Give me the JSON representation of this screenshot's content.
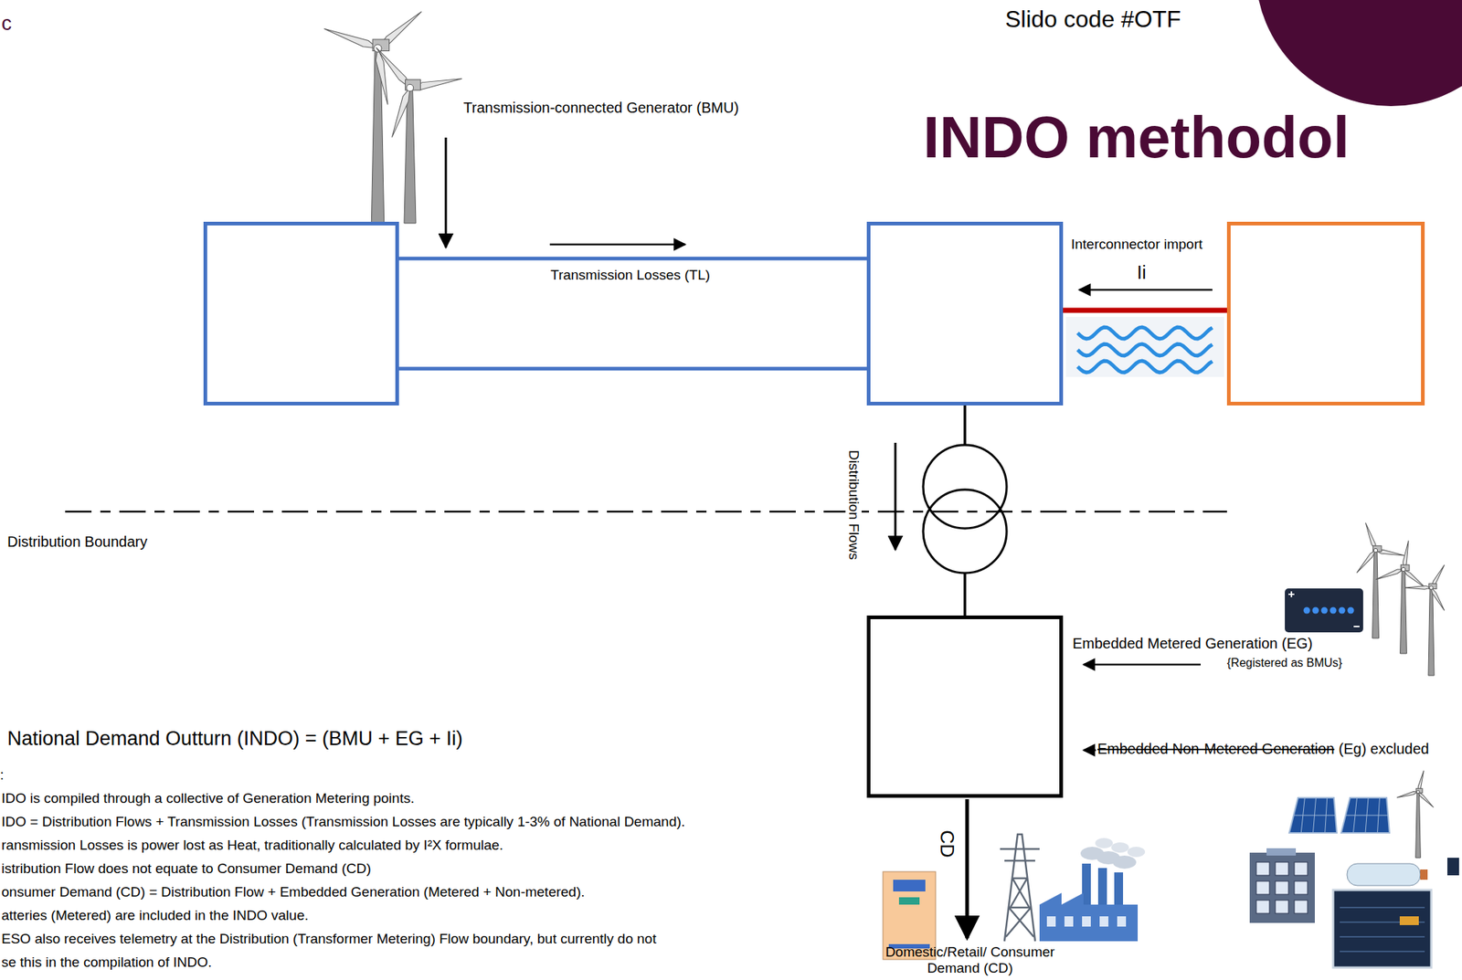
{
  "diagram": {
    "title": "INDO methodol",
    "nodes": [
      {
        "text": []
      },
      {
        "text": []
      },
      {
        "text": []
      },
      {
        "text": []
      }
    ],
    "edges": [
      {
        "from": 0,
        "to": 1,
        "label": "Transmission Losses (TL)",
        "arrow": "none"
      },
      {
        "from": 0,
        "to": 1,
        "arrow": "none"
      },
      {
        "from": 2,
        "to": 1,
        "label": "Interconnector import",
        "arrow": "none"
      },
      {
        "from": 1,
        "to": 3,
        "label": "Distribution Flows",
        "arrow": "none"
      }
    ],
    "labels": [
      "c",
      "Slido code #OTF",
      "Transmission-connected Generator (BMU)",
      "Ii",
      "Distribution Boundary",
      "Embedded Metered Generation (EG)",
      "{Registered as BMUs}",
      "Embedded Non-Metered Generation",
      "(Eg) excluded",
      "CD",
      "Domestic/Retail/ Consumer Demand (CD)",
      "National Demand Outturn (INDO) = (BMU + EG + Ii)",
      ":",
      "IDO is compiled through a collective of Generation Metering points.",
      "IDO = Distribution Flows + Transmission Losses (Transmission Losses are typically 1-3% of National Demand).",
      "ransmission Losses is power lost as Heat, traditionally calculated by I²X formulae.",
      "istribution Flow does not equate to Consumer Demand (CD)",
      "onsumer Demand (CD) = Distribution Flow + Embedded Generation (Metered + Non-metered).",
      "atteries (Metered) are included in the INDO value.",
      "ESO also receives telemetry at the Distribution (Transformer Metering) Flow boundary, but currently do not",
      "se this in the compilation of INDO."
    ]
  }
}
